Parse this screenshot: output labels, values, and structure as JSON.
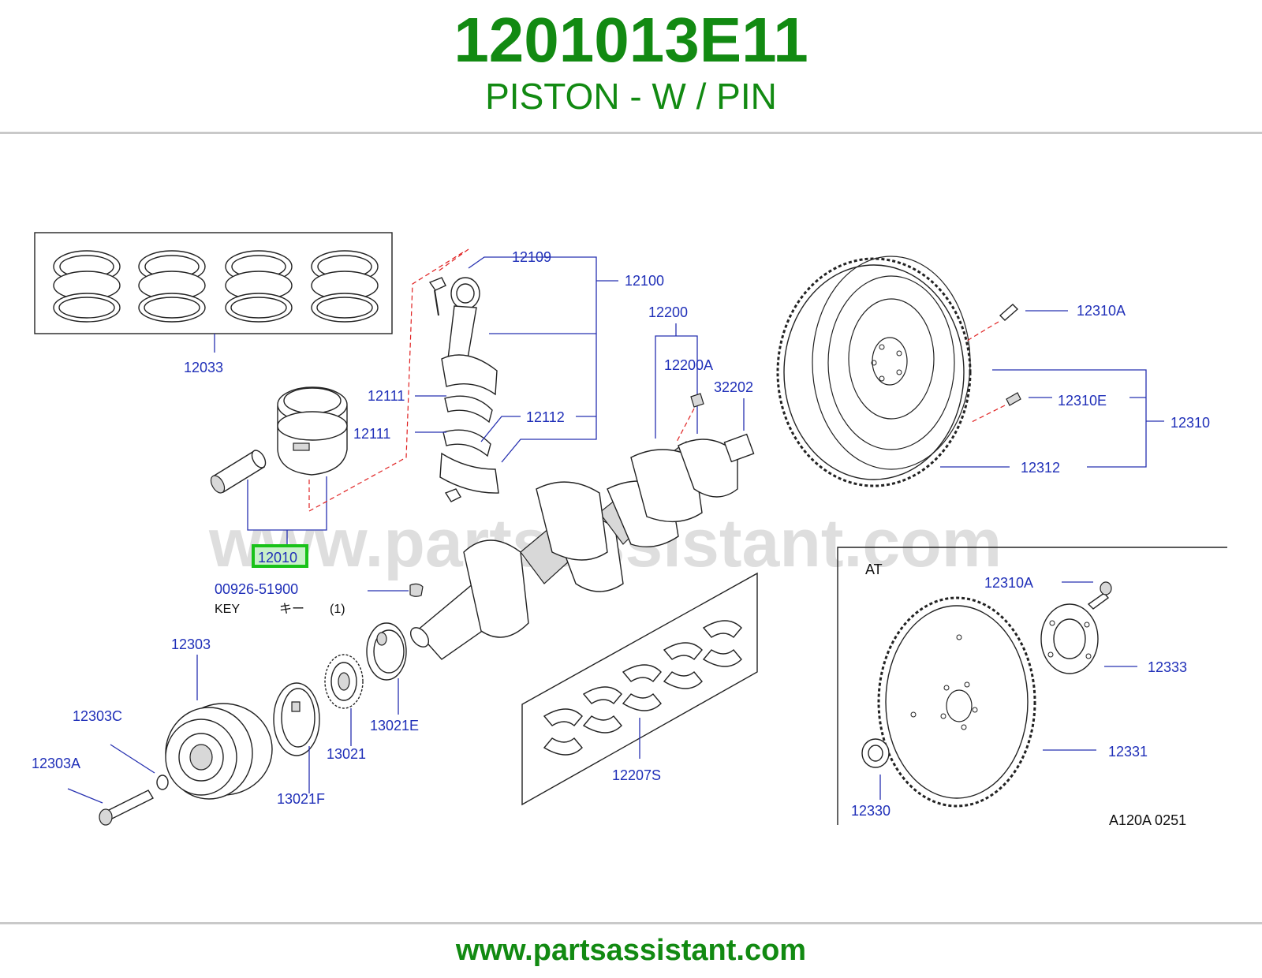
{
  "header": {
    "part_number": "1201013E11",
    "part_name": "PISTON - W / PIN"
  },
  "footer": {
    "url": "www.partsassistant.com"
  },
  "watermark": "www.partsassistant.com",
  "highlight_color": "#19c219",
  "brand_color": "#128a12",
  "callouts": {
    "c12109": "12109",
    "c12100": "12100",
    "c12033": "12033",
    "c12200": "12200",
    "c12200A": "12200A",
    "c32202": "32202",
    "c12111a": "12111",
    "c12111b": "12111",
    "c12112": "12112",
    "c12010": "12010",
    "c00926": "00926-51900",
    "c12310A_top": "12310A",
    "c12310E": "12310E",
    "c12310": "12310",
    "c12312": "12312",
    "c12303": "12303",
    "c12303C": "12303C",
    "c12303A": "12303A",
    "c13021E": "13021E",
    "c13021": "13021",
    "c13021F": "13021F",
    "c12207S": "12207S",
    "c12310A_at": "12310A",
    "c12333": "12333",
    "c12331": "12331",
    "c12330": "12330"
  },
  "key_note": {
    "label": "KEY",
    "jp": "キー",
    "qty": "(1)"
  },
  "at_label": "AT",
  "diagram_code": "A120A   0251"
}
